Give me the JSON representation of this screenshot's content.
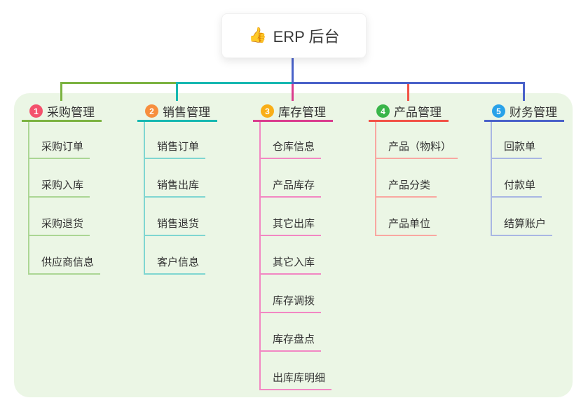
{
  "root": {
    "emoji": "👍",
    "label": "ERP 后台"
  },
  "connector_color": "#4A62C9",
  "panel_color": "#EBF6E5",
  "text_color": "#333333",
  "branches": [
    {
      "index": "1",
      "label": "采购管理",
      "color": "#7CB342",
      "light_color": "#ABD694",
      "badge_color": "#F4516C",
      "children": [
        "采购订单",
        "采购入库",
        "采购退货",
        "供应商信息"
      ]
    },
    {
      "index": "2",
      "label": "销售管理",
      "color": "#17B8B1",
      "light_color": "#7FD6D1",
      "badge_color": "#F78E3D",
      "children": [
        "销售订单",
        "销售出库",
        "销售退货",
        "客户信息"
      ]
    },
    {
      "index": "3",
      "label": "库存管理",
      "color": "#DA3D8E",
      "light_color": "#F287C3",
      "badge_color": "#F9AE17",
      "children": [
        "仓库信息",
        "产品库存",
        "其它出库",
        "其它入库",
        "库存调拨",
        "库存盘点",
        "出库库明细"
      ]
    },
    {
      "index": "4",
      "label": "产品管理",
      "color": "#F25347",
      "light_color": "#F9A7A1",
      "badge_color": "#39B54A",
      "children": [
        "产品（物料）",
        "产品分类",
        "产品单位"
      ]
    },
    {
      "index": "5",
      "label": "财务管理",
      "color": "#4A62C9",
      "light_color": "#A9B7E3",
      "badge_color": "#29A2E9",
      "children": [
        "回款单",
        "付款单",
        "结算账户"
      ]
    }
  ]
}
